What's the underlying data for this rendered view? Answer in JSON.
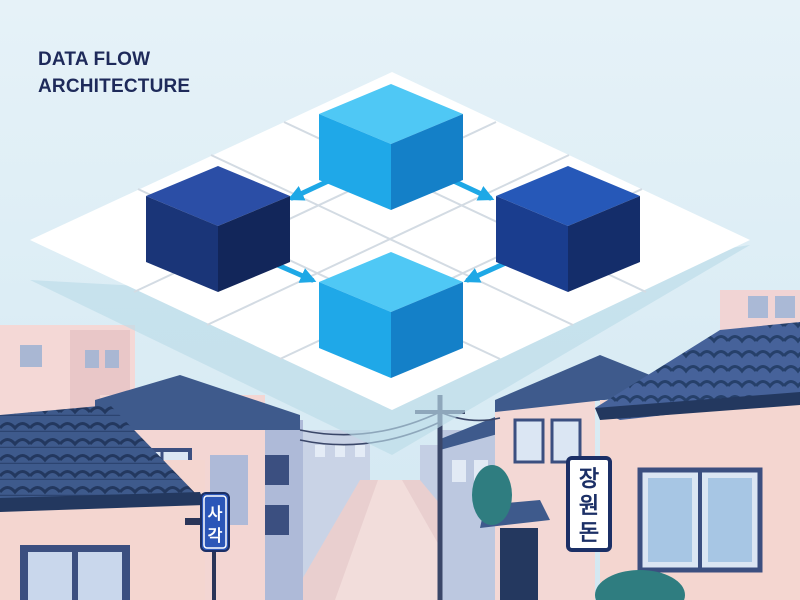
{
  "diagram": {
    "title_line_1": "DATA FLOW",
    "title_line_2": "ARCHITECTURE",
    "colors": {
      "sky": "#dceef5",
      "platform": "#ffffff",
      "grid": "#d3dbe3",
      "cube_light": "#22b8f0",
      "cube_dark": "#1c3a8c",
      "arrow": "#1ea8e6"
    },
    "nodes": [
      "cube-top",
      "cube-left",
      "cube-right",
      "cube-bottom"
    ],
    "flows": [
      {
        "from": "cube-top",
        "to": "cube-left"
      },
      {
        "from": "cube-top",
        "to": "cube-right"
      },
      {
        "from": "cube-left",
        "to": "cube-bottom"
      },
      {
        "from": "cube-right",
        "to": "cube-bottom"
      }
    ]
  },
  "signs": {
    "left_line_1": "사",
    "left_line_2": "각",
    "right_line_1": "장",
    "right_line_2": "원",
    "right_line_3": "돈"
  }
}
